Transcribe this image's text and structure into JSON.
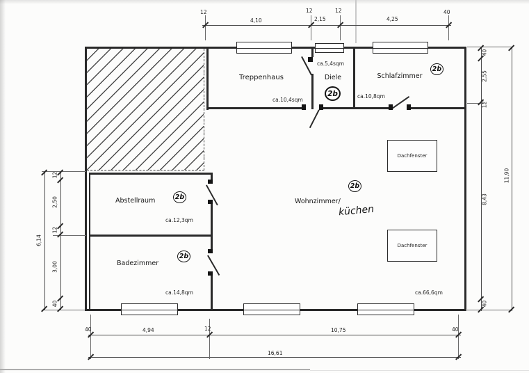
{
  "plan": {
    "unit_label": "2b",
    "rooms": {
      "treppenhaus": {
        "name": "Treppenhaus",
        "area": "ca.10,4sqm"
      },
      "diele": {
        "name": "Diele",
        "area": "ca.5,4sqm"
      },
      "schlafzimmer": {
        "name": "Schlafzimmer",
        "area": "ca.10,8qm"
      },
      "abstellraum": {
        "name": "Abstellraum",
        "area": "ca.12,3qm"
      },
      "badezimmer": {
        "name": "Badezimmer",
        "area": "ca.14,8qm"
      },
      "wohnzimmer": {
        "name": "Wohnzimmer/",
        "name_handwritten": "küchen",
        "area": "ca.66,6qm"
      },
      "dachfenster_label": "Dachfenster"
    },
    "dimensions": {
      "top": {
        "t1": "12",
        "s1": "4,10",
        "t2": "12",
        "s2": "2,15",
        "t3": "12",
        "s3": "4,25",
        "t4": "40"
      },
      "right": {
        "t1": "40",
        "s1": "2,55",
        "t2": "12",
        "s2": "8,43",
        "t3": "40",
        "total": "11,90"
      },
      "left": {
        "t1": "12",
        "s1": "2,50",
        "t2": "12",
        "s2": "3,00",
        "t3": "40",
        "total": "6,14"
      },
      "bottom": {
        "t1": "40",
        "s1": "4,94",
        "t2": "12",
        "s2": "10,75",
        "t3": "40",
        "total": "16,61"
      }
    }
  }
}
